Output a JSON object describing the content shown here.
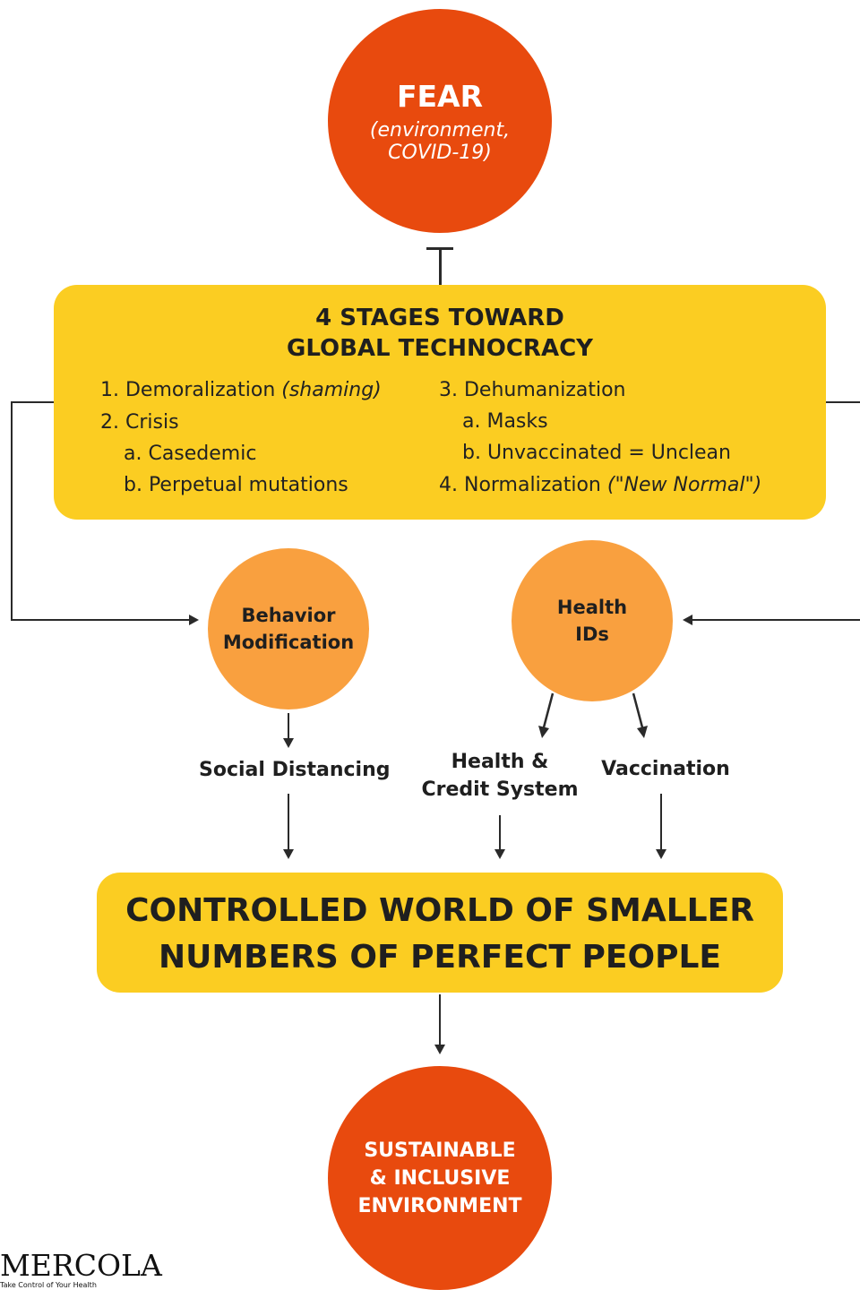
{
  "fear": {
    "title": "FEAR",
    "subtitle_line1": "(environment,",
    "subtitle_line2": "COVID-19)"
  },
  "stages": {
    "title_line1": "4 STAGES TOWARD",
    "title_line2": "GLOBAL TECHNOCRACY",
    "item1": "1. Demoralization ",
    "item1_em": "(shaming)",
    "item2": "2. Crisis",
    "item2a": "a. Casedemic",
    "item2b": "b. Perpetual mutations",
    "item3": "3. Dehumanization",
    "item3a": "a. Masks",
    "item3b": "b. Unvaccinated = Unclean",
    "item4": "4. Normalization ",
    "item4_em": "(\"New Normal\")"
  },
  "behavior": {
    "line1": "Behavior",
    "line2": "Modification"
  },
  "health_ids": {
    "line1": "Health",
    "line2": "IDs"
  },
  "outcomes": {
    "social_distancing": "Social Distancing",
    "health_credit_line1": "Health &",
    "health_credit_line2": "Credit System",
    "vaccination": "Vaccination"
  },
  "controlled": {
    "line1": "CONTROLLED WORLD OF SMALLER",
    "line2": "NUMBERS OF PERFECT PEOPLE"
  },
  "sustainable": {
    "line1": "SUSTAINABLE",
    "line2": "& INCLUSIVE",
    "line3": "ENVIRONMENT"
  },
  "logo": {
    "name": "MERCOLA",
    "tagline": "Take Control of Your Health"
  },
  "colors": {
    "red": "#e84a0e",
    "orange": "#f9a03f",
    "yellow": "#fbcd22"
  }
}
